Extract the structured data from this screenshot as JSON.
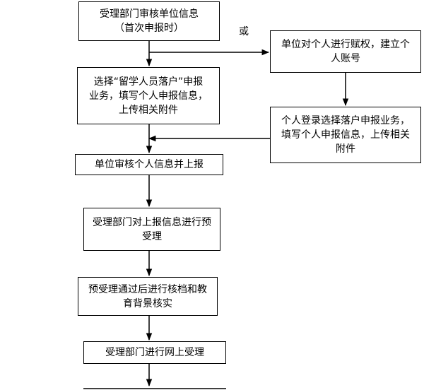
{
  "steps": {
    "unit_info": {
      "line1": "受理部门审核单位信息",
      "line2": "（首次申报时）"
    },
    "or_label": "或",
    "assign_account": {
      "line1": "单位对个人进行赋权，建立个",
      "line2": "人账号"
    },
    "select_business": {
      "line1": "选择“留学人员落户”申报",
      "line2": "业务，填写个人申报信息，",
      "line3": "上传相关附件"
    },
    "personal_login": {
      "line1": "个人登录选择落户申报业务，",
      "line2": "填写个人申报信息，上传相关",
      "line3": "附件"
    },
    "unit_review": {
      "line1": "单位审核个人信息并上报"
    },
    "pre_accept": {
      "line1": "受理部门对上报信息进行预",
      "line2": "受理"
    },
    "verify": {
      "line1": "预受理通过后进行核档和教",
      "line2": "育背景核实"
    },
    "online_accept": {
      "line1": "受理部门进行网上受理"
    }
  }
}
